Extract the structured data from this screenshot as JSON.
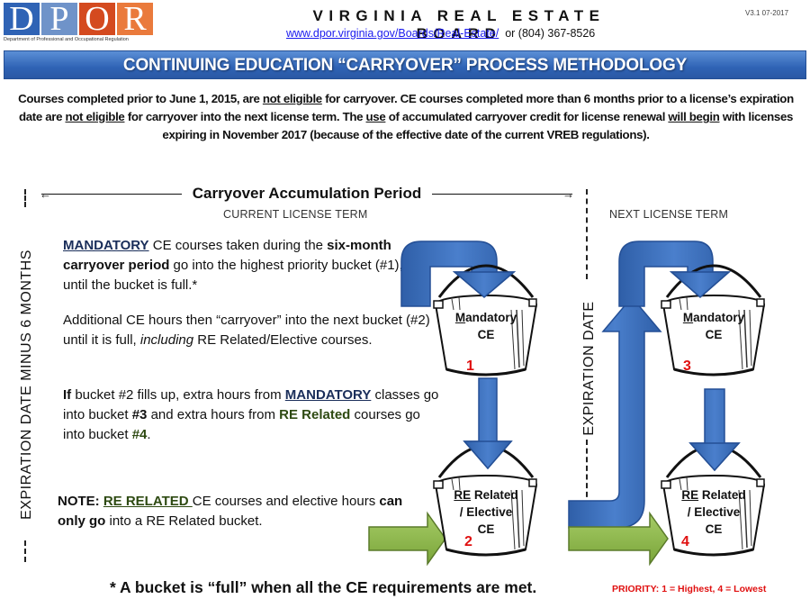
{
  "header": {
    "logo_letters": [
      "D",
      "P",
      "O",
      "R"
    ],
    "logo_colors": [
      "#2f63b5",
      "#6f93c9",
      "#d44a1f",
      "#ea7a3c"
    ],
    "logo_subtitle": "Department of Professional and Occupational Regulation",
    "board_title": "VIRGINIA REAL ESTATE BOARD",
    "website": "www.dpor.virginia.gov/Boards/Real-Estate/",
    "phone_text": "or (804) 367-8526",
    "version": "V3.1 07-2017"
  },
  "banner": {
    "title": "CONTINUING EDUCATION “CARRYOVER” PROCESS METHODOLOGY",
    "color": "#2f63b5"
  },
  "intro": {
    "s1a": "Courses completed prior to June 1, 2015, are ",
    "s1u": "not eligible",
    "s1b": " for carryover.  CE courses completed more than  6 months prior to a license’s expiration date are ",
    "s2u": "not eligible",
    "s2b": " for carryover into the next license term. The ",
    "s3u": "use",
    "s3b": " of accumulated carryover credit for license renewal ",
    "s4u": "will begin",
    "s4b": " with licenses expiring in November 2017 (because of the effective date of the current VREB regulations)."
  },
  "diagram": {
    "left_vertical_label": "EXPIRATION DATE MINUS 6 MONTHS",
    "expiration_label": "EXPIRATION DATE",
    "period_title": "Carryover Accumulation Period",
    "current_term": "CURRENT LICENSE TERM",
    "next_term": "NEXT LICENSE TERM",
    "arrow_blue": "#3a6fbf",
    "arrow_green": "#8db84a"
  },
  "paragraphs": {
    "p1_mand": "MANDATORY",
    "p1_a": " CE courses taken  during the ",
    "p1_bold": "six-month carryover period",
    "p1_b": " go into the highest priority bucket (#1), until the  bucket is full.*",
    "p2_a": "Additional CE hours then “carryover”  into the next bucket (#2) until it is full, ",
    "p2_i": "including",
    "p2_b": " RE Related/Elective  courses.",
    "p3_if": "If",
    "p3_a": " bucket #2 fills up, extra hours from ",
    "p3_mand": "MANDATORY",
    "p3_b": " classes go into bucket ",
    "p3_n3": "#3",
    "p3_c": " and extra hours from ",
    "p3_re": "RE Related",
    "p3_d": " courses go into bucket ",
    "p3_n4": "#4",
    "p3_e": ".",
    "note_label": "NOTE: ",
    "note_re": "RE RELATED ",
    "note_a": "CE courses and elective hours ",
    "note_bold": "can only go",
    "note_b": " into a RE Related bucket."
  },
  "buckets": [
    {
      "line1_u": "M",
      "line1": "andatory",
      "line2": "CE",
      "line3": "",
      "number": "1"
    },
    {
      "line1_u": "RE",
      "line1": " Related",
      "line2": "/ Elective",
      "line3": "CE",
      "number": "2"
    },
    {
      "line1_u": "M",
      "line1": "andatory",
      "line2": "CE",
      "line3": "",
      "number": "3"
    },
    {
      "line1_u": "RE",
      "line1": " Related",
      "line2": "/ Elective",
      "line3": "CE",
      "number": "4"
    }
  ],
  "footer": {
    "footnote": "* A bucket is “full” when all the CE requirements are met.",
    "priority": "PRIORITY: 1 = Highest, 4 = Lowest",
    "priority_color": "#e01010"
  }
}
